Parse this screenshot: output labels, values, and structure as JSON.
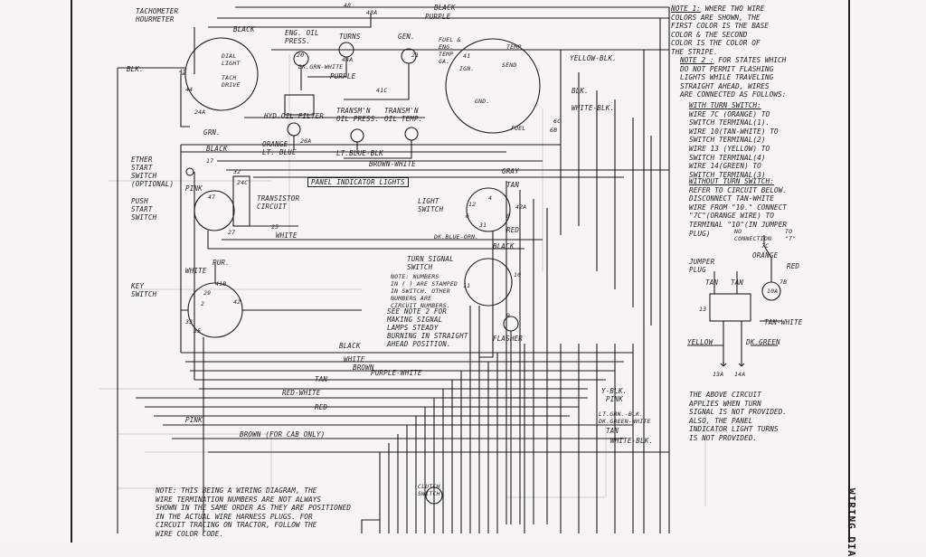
{
  "page_title": "WIRING DIA",
  "components": {
    "tachometer": "TACHOMETER\nHOURMETER",
    "dial_light": "DIAL\nLIGHT",
    "tach_drive": "TACH\nDRIVE",
    "eng_oil_press": "ENG. OIL\nPRESS.",
    "turns": "TURNS",
    "gen": "GEN.",
    "fuel_temp": "FUEL &\nENG.\nTEMP\nGA.",
    "temp": "TEMP",
    "send": "SEND",
    "gnd": "GND.",
    "fuel": "FUEL",
    "ign": "IGN.",
    "hyd_oil_filter": "HYD.OIL FILTER",
    "transm_oil_press": "TRANSM'N\nOIL PRESS.",
    "transm_oil_temp": "TRANSM'N\nOIL TEMP.",
    "panel_indicator_lights": "PANEL INDICATOR LIGHTS",
    "ether_start": "ETHER\nSTART\nSWITCH\n(OPTIONAL)",
    "push_start": "PUSH\nSTART\nSWITCH",
    "transistor_circuit": "TRANSISTOR\nCIRCUIT",
    "light_switch": "LIGHT\nSWITCH",
    "turn_signal_switch": "TURN SIGNAL\nSWITCH",
    "turn_signal_note": "NOTE: NUMBERS\nIN ( ) ARE STAMPED\nIN SWITCH. OTHER\nNUMBERS ARE\nCIRCUIT NUMBERS.",
    "see_note_2": "SEE NOTE 2 FOR\nMAKING SIGNAL\nLAMPS STEADY\nBURNING IN STRAIGHT\nAHEAD POSITION.",
    "flasher": "FLASHER",
    "key_switch": "KEY\nSWITCH",
    "clutch_switch": "CLUTCH\nSWITCH",
    "jumper_plug": "JUMPER\nPLUG",
    "no_connection": "NO\nCONNECTION",
    "to_t": "TO\n\"T\""
  },
  "wires": {
    "black": "BLACK",
    "purple": "PURPLE",
    "dk_green_white": "DK.GRN-WHITE",
    "orange": "ORANGE",
    "lt_blue": "LT. BLUE",
    "lt_blue_blk": "LT.BLUE-BLK",
    "brown_white": "BROWN-WHITE",
    "pink": "PINK",
    "white": "WHITE",
    "pur": "PUR.",
    "grn": "GRN.",
    "blk": "BLK.",
    "yellow_blk": "YELLOW-BLK.",
    "white_blk": "WHITE-BLK.",
    "gray": "GRAY",
    "tan": "TAN",
    "red": "RED",
    "red_white": "RED-WHITE",
    "purple_white": "PURPLE-WHITE",
    "brown": "BROWN",
    "yellow": "YELLOW",
    "brown_cab": "BROWN (FOR CAB ONLY)",
    "lt_grn_blk": "LT.GRN.-BLK.",
    "dk_green_white2": "DK.GREEN-WHITE",
    "y_blk": "Y-BLK.",
    "dk_blue_orn": "DK.BLUE-ORN.",
    "dk_green": "DK.GREEN",
    "tan_white": "TAN-WHITE",
    "orange_jp": "ORANGE"
  },
  "terminals": [
    "48A",
    "20",
    "21",
    "44A",
    "41",
    "45",
    "44",
    "41C",
    "6C",
    "6B",
    "26A",
    "24A",
    "17",
    "32",
    "47",
    "27",
    "24C",
    "25",
    "13",
    "42A",
    "7C",
    "7B",
    "10A",
    "14A",
    "13A",
    "12",
    "6",
    "4",
    "31",
    "8",
    "11",
    "10",
    "9",
    "2",
    "29",
    "33",
    "35",
    "42",
    "41B",
    "48"
  ],
  "notes": {
    "note1_head": "NOTE 1:",
    "note1": [
      "WHERE TWO WIRE",
      "COLORS ARE SHOWN, THE",
      "FIRST COLOR IS THE BASE",
      "COLOR & THE SECOND",
      "COLOR IS THE COLOR OF",
      "THE STRIPE."
    ],
    "note2_head": "NOTE 2 :",
    "note2": [
      "FOR STATES WHICH",
      "DO NOT PERMIT FLASHING",
      "LIGHTS WHILE TRAVELING",
      "STRAIGHT AHEAD, WIRES",
      "ARE CONNECTED AS FOLLOWS:"
    ],
    "with_head": "WITH TURN SWITCH:",
    "with": [
      "WIRE 7C (ORANGE) TO",
      "SWITCH TERMINAL(1).",
      "WIRE 10(TAN-WHITE) TO",
      "SWITCH TERMINAL(2)",
      "WIRE 13 (YELLOW) TO",
      "SWITCH TERMINAL(4)",
      "WIRE 14(GREEN) TO",
      "SWITCH TERMINAL(3)"
    ],
    "without_head": "WITHOUT TURN SWITCH:",
    "without": [
      "REFER TO CIRCUIT BELOW.",
      "DISCONNECT TAN-WHITE",
      "WIRE FROM \"10.\" CONNECT",
      "\"7C\"(ORANGE WIRE) TO",
      "TERMINAL \"10\"(IN JUMPER",
      "PLUG)"
    ],
    "above": [
      "THE ABOVE CIRCUIT",
      "APPLIES WHEN TURN",
      "SIGNAL IS NOT PROVIDED.",
      "ALSO, THE PANEL",
      "INDICATOR LIGHT TURNS",
      "IS NOT PROVIDED."
    ],
    "bottom": [
      "NOTE: THIS BEING A WIRING DIAGRAM, THE",
      "WIRE TERMINATION NUMBERS ARE NOT ALWAYS",
      "SHOWN IN THE SAME ORDER AS THEY ARE POSITIONED",
      "IN THE ACTUAL WIRE HARNESS PLUGS. FOR",
      "CIRCUIT TRACING ON TRACTOR, FOLLOW THE",
      "WIRE COLOR CODE."
    ]
  },
  "colors": {
    "ink": "#1c1c1c",
    "paper": "#f6f5f1",
    "ghost": "#c9c8c4"
  }
}
